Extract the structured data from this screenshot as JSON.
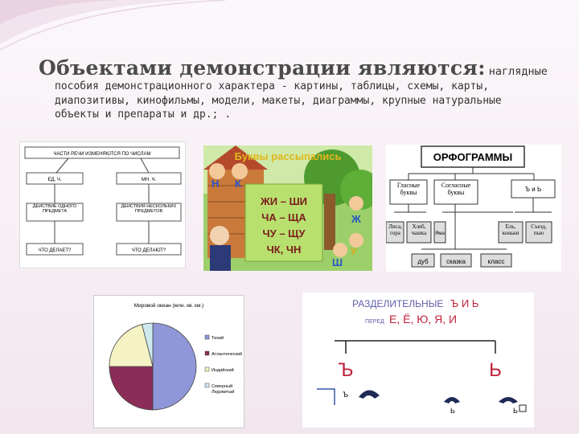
{
  "slide": {
    "title_bold": "Объектами демонстрации являются:",
    "title_tail": "наглядные",
    "body_lines": [
      "пособия демонстрационного характера - картины, таблицы, схемы, карты,",
      "диапозитивы, кинофильмы, модели, макеты, диаграммы, крупные натуральные",
      "объекты и препараты и др.; ."
    ]
  },
  "scheme1": {
    "top": "ЧАСТИ РЕЧИ ИЗМЕНЯЮТСЯ ПО ЧИСЛАМ",
    "left": [
      "ЕД. Ч.",
      "ДЕЙСТВИЕ ОДНОГО ПРЕДМЕТА",
      "ЧТО ДЕЛАЕТ?"
    ],
    "right": [
      "МН. Ч.",
      "ДЕЙСТВИЯ НЕСКОЛЬКИХ ПРЕДМЕТОВ",
      "ЧТО ДЕЛАЮТ?"
    ]
  },
  "game": {
    "title": "Буквы рассыпались",
    "rows": [
      "ЖИ – ШИ",
      "ЧА – ЩА",
      "ЧУ – ЩУ",
      "ЧК, ЧН"
    ],
    "letters": [
      "Н",
      "К",
      "Ж",
      "У",
      "Ш"
    ]
  },
  "orth": {
    "top": "ОРФОГРАММЫ",
    "groups": [
      "Гласные буквы",
      "Согласные буквы",
      "Ъ и Ь"
    ],
    "leaves": [
      "Лиса, гора",
      "Хлеб, чашка",
      "Яма",
      "Ель, коньки",
      "Съезд, пью"
    ],
    "bottom": [
      "дуб",
      "сказка",
      "класс"
    ]
  },
  "pie": {
    "title": "Мировой океан (млн. кв. км.)",
    "legend": [
      "Тихий",
      "Атлантический",
      "Индийский",
      "Северный Ледовитый"
    ],
    "colors": [
      "#8f97d8",
      "#8b2d57",
      "#f5f2c4",
      "#cde9ee"
    ]
  },
  "chart_data": {
    "type": "pie",
    "title": "Мировой океан (млн. кв. км.)",
    "categories": [
      "Тихий",
      "Атлантический",
      "Индийский",
      "Северный Ледовитый"
    ],
    "values": [
      50,
      25,
      21,
      4
    ]
  },
  "separ": {
    "title_word": "РАЗДЕЛИТЕЛЬНЫЕ",
    "title_letters": "Ъ И Ь",
    "pre": "ПЕРЕД",
    "vowels": "Е, Ё, Ю, Я, И",
    "hard": "Ъ",
    "soft": "Ь"
  }
}
